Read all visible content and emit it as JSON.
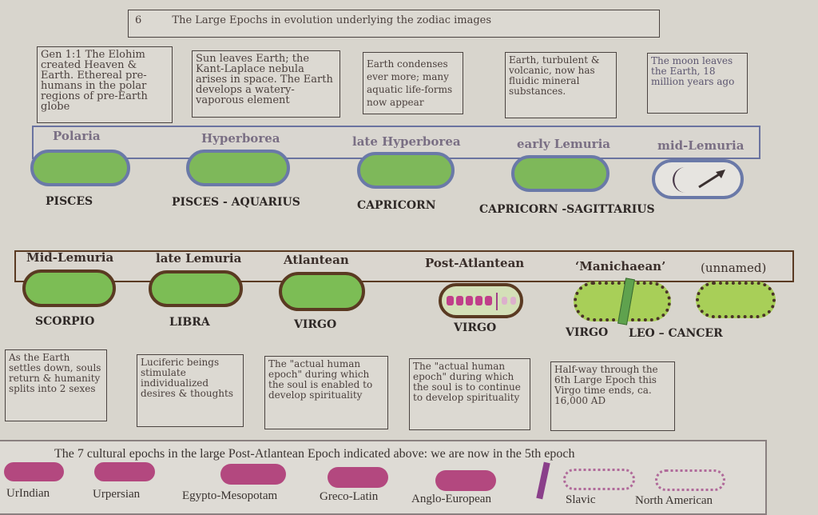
{
  "title": {
    "number": "6",
    "text": "The Large Epochs in evolution underlying  the zodiac images"
  },
  "top_boxes": [
    "Gen 1:1 The Elohim created Heaven & Earth. Ethereal pre-humans in the polar regions of pre-Earth globe",
    "Sun leaves Earth; the Kant-Laplace nebula arises in space. The Earth develops a watery-vaporous element",
    "Earth condenses ever more; many aquatic life-forms now appear",
    "Earth, turbulent & volcanic, now has fluidic mineral substances.",
    "The moon leaves the Earth, 18 million years ago"
  ],
  "row1_epochs": [
    "Polaria",
    "Hyperborea",
    "late Hyperborea",
    "early Lemuria",
    "mid-Lemuria"
  ],
  "row1_signs": [
    "PISCES",
    "PISCES  - AQUARIUS",
    "CAPRICORN",
    "CAPRICORN -SAGITTARIUS"
  ],
  "row2_epochs": [
    "Mid-Lemuria",
    "late Lemuria",
    "Atlantean",
    "Post-Atlantean",
    "‘Manichaean’",
    "(unnamed)"
  ],
  "row2_signs": [
    "SCORPIO",
    "LIBRA",
    "VIRGO",
    "VIRGO",
    "VIRGO",
    "LEO – CANCER"
  ],
  "bottom_boxes": [
    "As the Earth settles down, souls return & humanity splits into 2 sexes",
    "Luciferic beings stimulate individualized desires &  thoughts",
    "The \"actual  human epoch\" during which the soul is enabled to develop spirituality",
    "The \"actual  human epoch\" during which the soul is to continue to develop spirituality",
    "Half-way through the 6th Large Epoch this Virgo time ends, ca. 16,000 AD"
  ],
  "cultural": {
    "heading": "The 7 cultural epochs in the large Post-Atlantean Epoch indicated above: we are now in the 5th epoch",
    "epochs": [
      "UrIndian",
      "Urpersian",
      "Egypto-Mesopotam",
      "Greco-Latin",
      "Anglo-European",
      "Slavic",
      "North American"
    ],
    "current_epoch": 5
  },
  "colors": {
    "green": "#7cbd55",
    "magenta": "#b3487f",
    "blue_border": "#6a73a0",
    "brown_border": "#5a3a22"
  }
}
